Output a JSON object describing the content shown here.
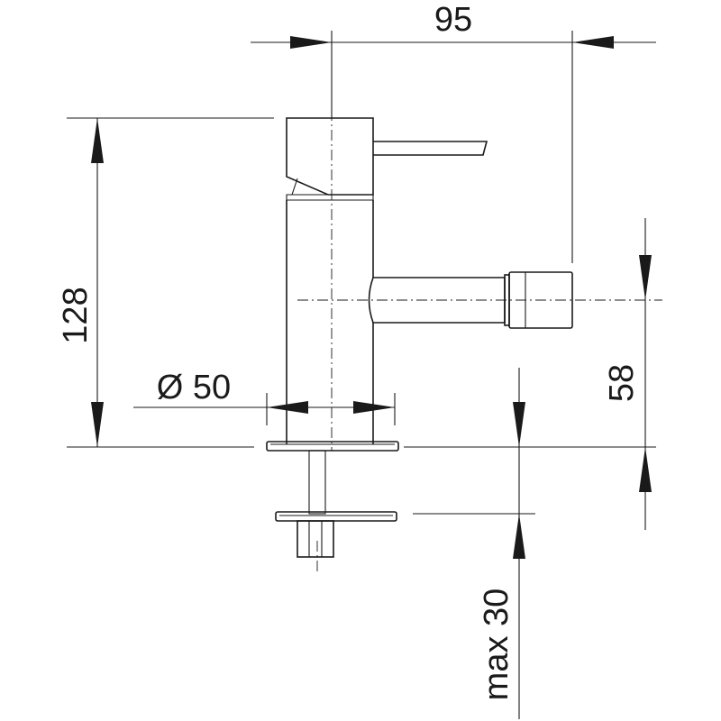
{
  "dimensions": {
    "width_top": "95",
    "height_total": "128",
    "diameter_base": "Ø 50",
    "spout_height": "58",
    "max_thickness": "max 30"
  }
}
